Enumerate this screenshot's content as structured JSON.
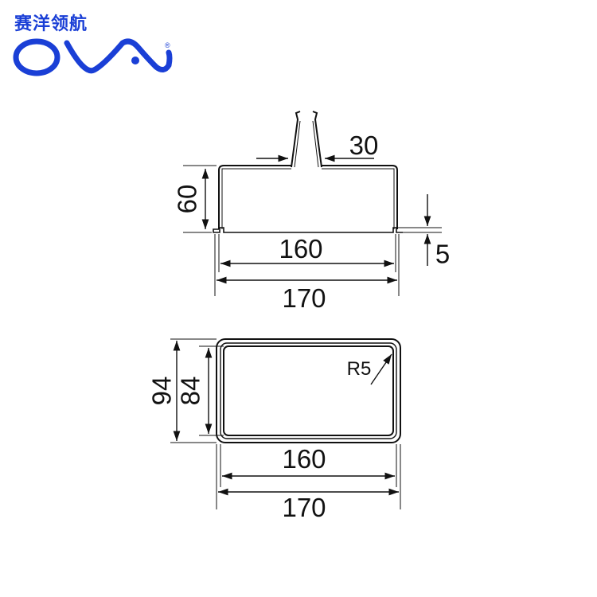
{
  "logo": {
    "brand_text": "赛洋领航",
    "mark_text": "OVA",
    "brand_color": "#1a3fd6",
    "registered_symbol": "®"
  },
  "side_view": {
    "dim_top_width": "30",
    "dim_height": "60",
    "dim_step": "5",
    "dim_inner_width": "160",
    "dim_outer_width": "170"
  },
  "plan_view": {
    "dim_outer_height": "94",
    "dim_inner_height": "84",
    "dim_corner_radius": "R5",
    "dim_inner_width": "160",
    "dim_outer_width": "170"
  }
}
